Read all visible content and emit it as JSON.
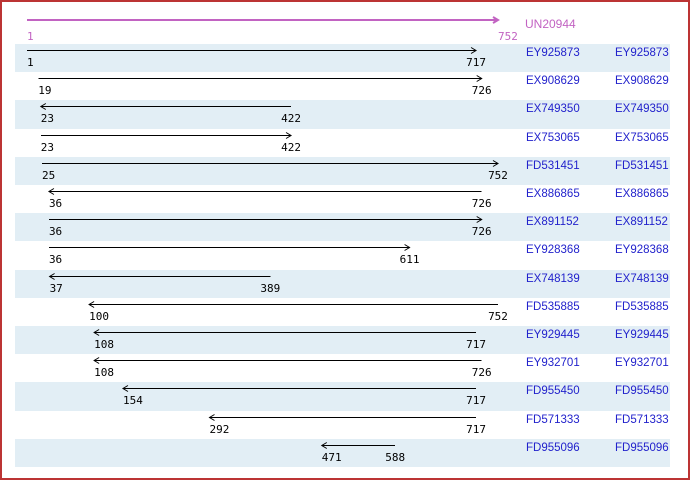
{
  "reference": {
    "name": "UN20944",
    "start": "1",
    "end": "752",
    "length": 752
  },
  "colors": {
    "border": "#bc3434",
    "reference": "#c263c2",
    "row_stripe": "#e2eef5",
    "accession_link": "#2222cc",
    "alignment_arrow": "#000000"
  },
  "rows": [
    {
      "accession": "EY925873",
      "start": 1,
      "end": 717,
      "direction": "right"
    },
    {
      "accession": "EX908629",
      "start": 19,
      "end": 726,
      "direction": "right"
    },
    {
      "accession": "EX749350",
      "start": 23,
      "end": 422,
      "direction": "left"
    },
    {
      "accession": "EX753065",
      "start": 23,
      "end": 422,
      "direction": "right"
    },
    {
      "accession": "FD531451",
      "start": 25,
      "end": 752,
      "direction": "right"
    },
    {
      "accession": "EX886865",
      "start": 36,
      "end": 726,
      "direction": "left"
    },
    {
      "accession": "EX891152",
      "start": 36,
      "end": 726,
      "direction": "right"
    },
    {
      "accession": "EY928368",
      "start": 36,
      "end": 611,
      "direction": "right"
    },
    {
      "accession": "EX748139",
      "start": 37,
      "end": 389,
      "direction": "left"
    },
    {
      "accession": "FD535885",
      "start": 100,
      "end": 752,
      "direction": "left"
    },
    {
      "accession": "EY929445",
      "start": 108,
      "end": 717,
      "direction": "left"
    },
    {
      "accession": "EY932701",
      "start": 108,
      "end": 726,
      "direction": "left"
    },
    {
      "accession": "FD955450",
      "start": 154,
      "end": 717,
      "direction": "left"
    },
    {
      "accession": "FD571333",
      "start": 292,
      "end": 717,
      "direction": "left"
    },
    {
      "accession": "FD955096",
      "start": 471,
      "end": 588,
      "direction": "left"
    }
  ]
}
